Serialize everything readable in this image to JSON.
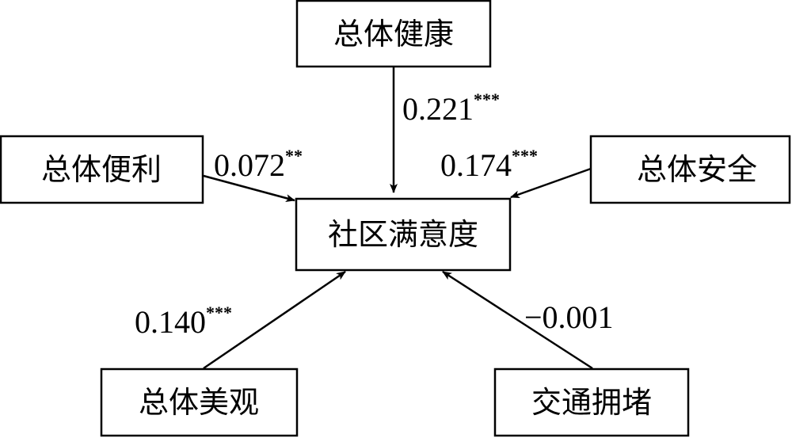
{
  "nodes": {
    "center": {
      "label": "社区满意度"
    },
    "health": {
      "label": "总体健康"
    },
    "convenience": {
      "label": "总体便利"
    },
    "safety": {
      "label": "总体安全"
    },
    "beauty": {
      "label": "总体美观"
    },
    "traffic": {
      "label": "交通拥堵"
    }
  },
  "edges": {
    "health": {
      "value": "0.221",
      "sig": "***"
    },
    "convenience": {
      "value": "0.072",
      "sig": "**"
    },
    "safety": {
      "value": "0.174",
      "sig": "***"
    },
    "beauty": {
      "value": "0.140",
      "sig": "***"
    },
    "traffic": {
      "value": "−0.001",
      "sig": ""
    }
  },
  "colors": {
    "stroke": "#000000",
    "background": "#ffffff"
  }
}
